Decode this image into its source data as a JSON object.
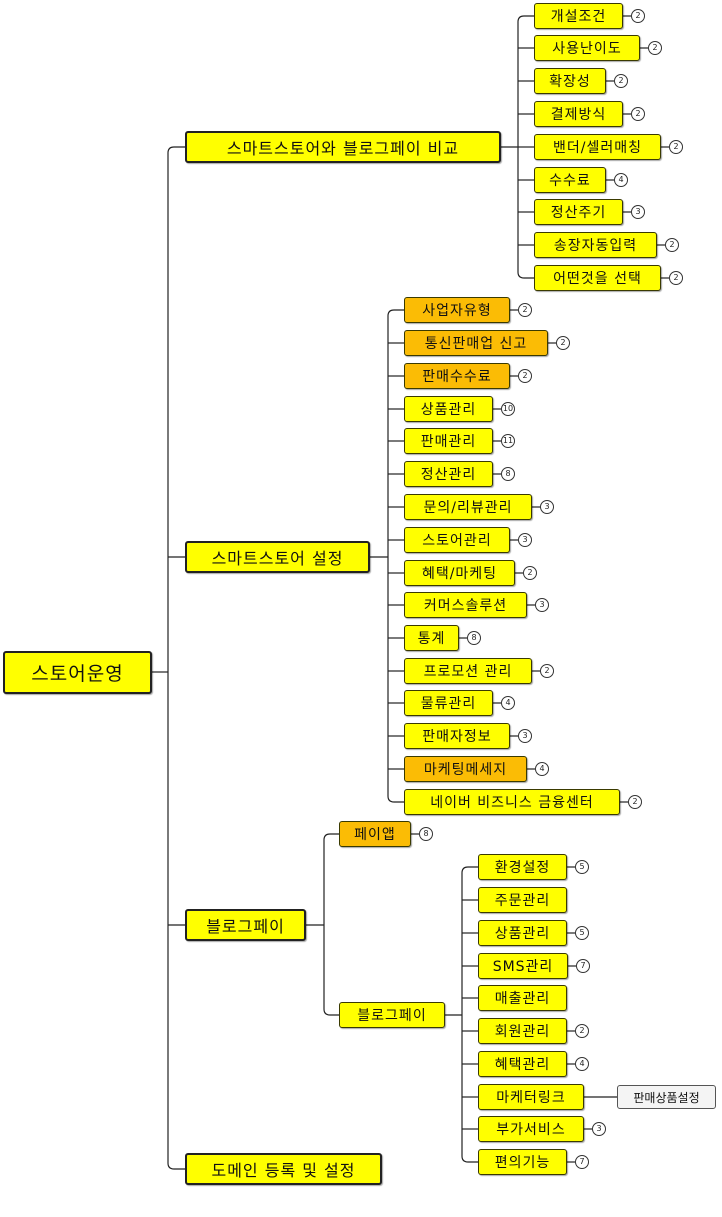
{
  "root": {
    "label": "스토어운영"
  },
  "branches": [
    {
      "label": "스마트스토어와 블로그페이 비교",
      "children": [
        {
          "label": "개설조건",
          "count": "2",
          "style": "yellow"
        },
        {
          "label": "사용난이도",
          "count": "2",
          "style": "yellow"
        },
        {
          "label": "확장성",
          "count": "2",
          "style": "yellow"
        },
        {
          "label": "결제방식",
          "count": "2",
          "style": "yellow"
        },
        {
          "label": "밴더/셀러매칭",
          "count": "2",
          "style": "yellow"
        },
        {
          "label": "수수료",
          "count": "4",
          "style": "yellow"
        },
        {
          "label": "정산주기",
          "count": "3",
          "style": "yellow"
        },
        {
          "label": "송장자동입력",
          "count": "2",
          "style": "yellow"
        },
        {
          "label": "어떤것을 선택",
          "count": "2",
          "style": "yellow"
        }
      ]
    },
    {
      "label": "스마트스토어 설정",
      "children": [
        {
          "label": "사업자유형",
          "count": "2",
          "style": "orange"
        },
        {
          "label": "통신판매업 신고",
          "count": "2",
          "style": "orange"
        },
        {
          "label": "판매수수료",
          "count": "2",
          "style": "orange"
        },
        {
          "label": "상품관리",
          "count": "10",
          "style": "yellow"
        },
        {
          "label": "판매관리",
          "count": "11",
          "style": "yellow"
        },
        {
          "label": "정산관리",
          "count": "8",
          "style": "yellow"
        },
        {
          "label": "문의/리뷰관리",
          "count": "3",
          "style": "yellow"
        },
        {
          "label": "스토어관리",
          "count": "3",
          "style": "yellow"
        },
        {
          "label": "혜택/마케팅",
          "count": "2",
          "style": "yellow"
        },
        {
          "label": "커머스솔루션",
          "count": "3",
          "style": "yellow"
        },
        {
          "label": "통계",
          "count": "8",
          "style": "yellow"
        },
        {
          "label": "프로모션 관리",
          "count": "2",
          "style": "yellow"
        },
        {
          "label": "물류관리",
          "count": "4",
          "style": "yellow"
        },
        {
          "label": "판매자정보",
          "count": "3",
          "style": "yellow"
        },
        {
          "label": "마케팅메세지",
          "count": "4",
          "style": "orange"
        },
        {
          "label": "네이버 비즈니스 금융센터",
          "count": "2",
          "style": "yellow"
        }
      ]
    },
    {
      "label": "블로그페이",
      "children": [
        {
          "label": "페이앱",
          "count": "8",
          "style": "orange"
        },
        {
          "label": "블로그페이",
          "count": null,
          "style": "yellow",
          "children": [
            {
              "label": "환경설정",
              "count": "5",
              "style": "yellow"
            },
            {
              "label": "주문관리",
              "count": null,
              "style": "yellow"
            },
            {
              "label": "상품관리",
              "count": "5",
              "style": "yellow"
            },
            {
              "label": "SMS관리",
              "count": "7",
              "style": "yellow"
            },
            {
              "label": "매출관리",
              "count": null,
              "style": "yellow"
            },
            {
              "label": "회원관리",
              "count": "2",
              "style": "yellow"
            },
            {
              "label": "혜택관리",
              "count": "4",
              "style": "yellow"
            },
            {
              "label": "마케터링크",
              "count": null,
              "style": "yellow",
              "children": [
                {
                  "label": "판매상품설정",
                  "count": null,
                  "style": "white"
                }
              ]
            },
            {
              "label": "부가서비스",
              "count": "3",
              "style": "yellow"
            },
            {
              "label": "편의기능",
              "count": "7",
              "style": "yellow"
            }
          ]
        }
      ]
    },
    {
      "label": "도메인 등록 및 설정",
      "children": []
    }
  ],
  "colors": {
    "node": "#ffff00",
    "highlight": "#fbbc05",
    "note": "#f4f4f4",
    "line": "#222222"
  }
}
